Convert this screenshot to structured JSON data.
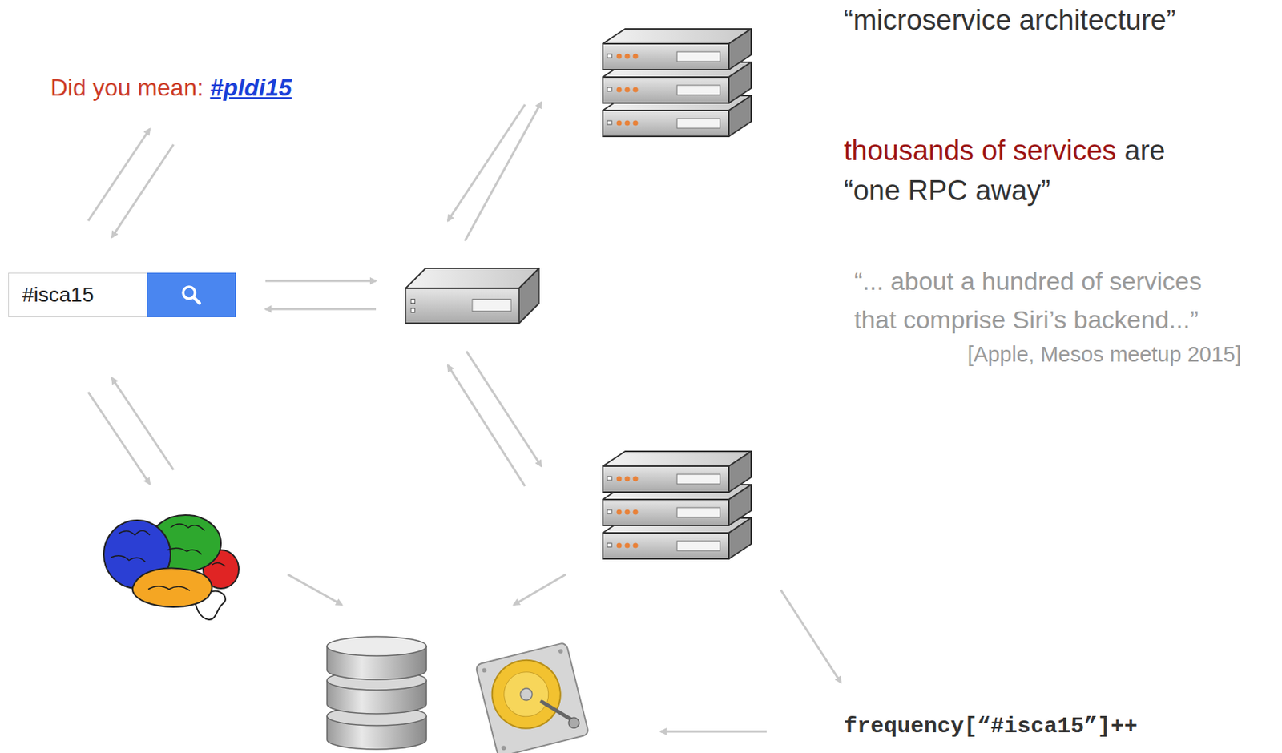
{
  "diagram": {
    "nodes": [
      {
        "text": [
          "#isca15"
        ]
      }
    ],
    "labels": [
      "Did you mean:",
      "#pldi15",
      "“microservice architecture”",
      "thousands of services",
      "are",
      "“one RPC away”",
      "“... about a hundred of services",
      "that comprise Siri’s backend...”",
      "[Apple, Mesos meetup 2015]",
      "frequency[“#isca15”]++"
    ]
  }
}
